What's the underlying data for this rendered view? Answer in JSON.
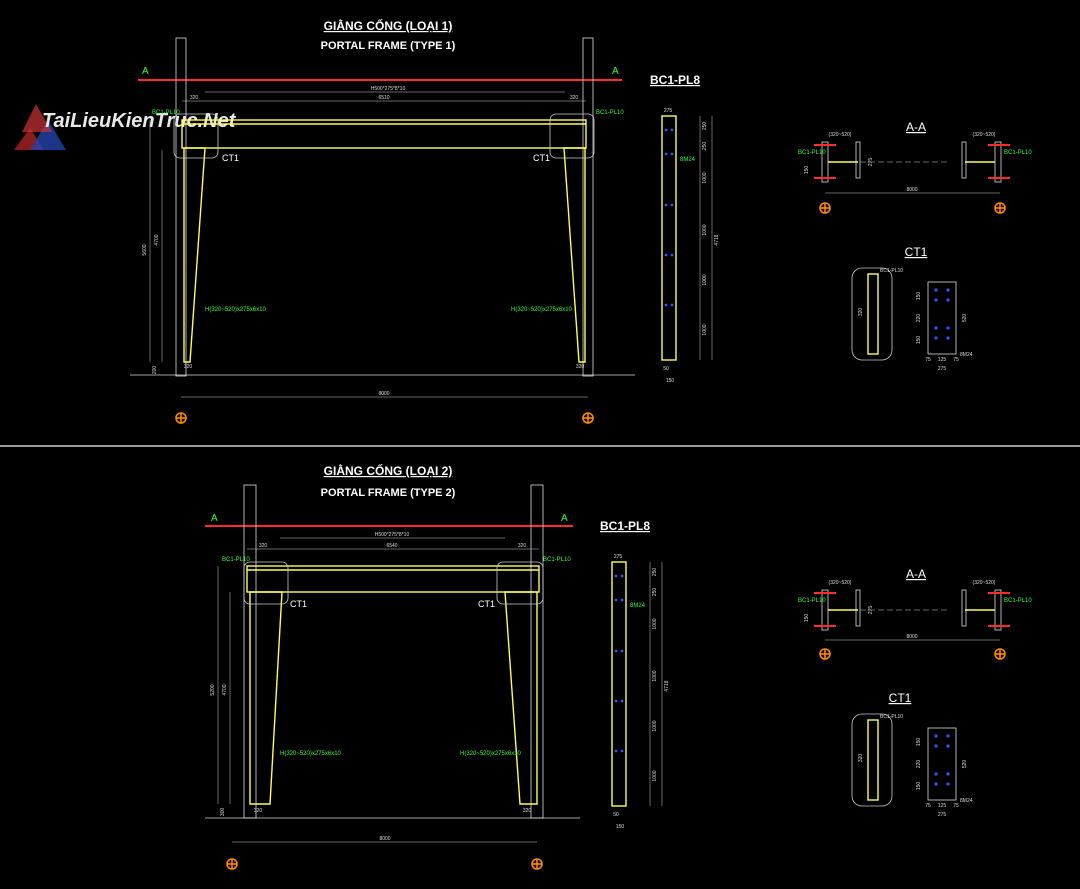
{
  "watermark": {
    "text": "TaiLieuKienTruc.Net"
  },
  "colors": {
    "background": "#000000",
    "member": "#ffff55",
    "section_line": "#ff2a2a",
    "label": "#33ff33",
    "bolt": "#3355ff",
    "grid_bubble": "#ff8800"
  },
  "separator": true,
  "frames": [
    {
      "title": "GIẰNG CỐNG (LOẠI 1)",
      "subtitle": "PORTAL FRAME (TYPE 1)",
      "section_mark_left": "A",
      "section_mark_right": "A",
      "beam_label_top": "H500*275*8*10",
      "beam_span": "6510",
      "left_top_dim": "320",
      "right_top_dim": "320",
      "plate_label_left": "BC1-PL10",
      "plate_label_right": "BC1-PL10",
      "ct_label_left": "CT1",
      "ct_label_right": "CT1",
      "column_label_left": "H(320~520)x275x6x10",
      "column_label_right": "H(320~520)x275x6x10",
      "height_total": "5600",
      "height_column": "4700",
      "base_height": "200",
      "base_left": "320",
      "base_right": "320",
      "bay_span": "8000",
      "detail": {
        "title": "BC1-PL8",
        "top_width": "275",
        "bolt_label": "8M24",
        "total": "4718",
        "dims": [
          "250",
          "250",
          "1000",
          "1000",
          "1000",
          "1000"
        ],
        "bottom_dims": [
          "50",
          "150"
        ]
      },
      "section_aa": {
        "title": "A-A",
        "top_left": "(320~520)",
        "top_right": "(320~520)",
        "plate_left": "BC1-PL10",
        "plate_right": "BC1-PL10",
        "web": "275",
        "flange": "150",
        "span": "8000"
      },
      "ct1": {
        "title": "CT1",
        "bolt_note": "8M24",
        "plate_note": "BC1-PL10",
        "dims_h": [
          "75",
          "125",
          "75"
        ],
        "dims_v": [
          "150",
          "220",
          "150"
        ],
        "width": "275",
        "height": "520",
        "side": "320"
      }
    },
    {
      "title": "GIẰNG CỐNG (LOẠI 2)",
      "subtitle": "PORTAL FRAME (TYPE 2)",
      "section_mark_left": "A",
      "section_mark_right": "A",
      "beam_label_top": "H500*275*8*10",
      "beam_span": "6540",
      "left_top_dim": "320",
      "right_top_dim": "320",
      "plate_label_left": "BC1-PL10",
      "plate_label_right": "BC1-PL10",
      "ct_label_left": "CT1",
      "ct_label_right": "CT1",
      "column_label_left": "H(320~520)x275x6x10",
      "column_label_right": "H(320~520)x275x6x10",
      "height_total": "5200",
      "height_column": "4700",
      "base_height": "300",
      "base_left": "320",
      "base_right": "320",
      "bay_span": "8000",
      "detail": {
        "title": "BC1-PL8",
        "top_width": "275",
        "bolt_label": "8M24",
        "total": "4718",
        "dims": [
          "250",
          "250",
          "1000",
          "1000",
          "1000",
          "1000"
        ],
        "bottom_dims": [
          "50",
          "150"
        ]
      },
      "section_aa": {
        "title": "A-A",
        "top_left": "(320~520)",
        "top_right": "(320~520)",
        "plate_left": "BC1-PL10",
        "plate_right": "BC1-PL10",
        "web": "275",
        "flange": "150",
        "span": "8000"
      },
      "ct1": {
        "title": "CT1",
        "bolt_note": "8M24",
        "plate_note": "BC1-PL10",
        "dims_h": [
          "75",
          "125",
          "75"
        ],
        "dims_v": [
          "150",
          "220",
          "150"
        ],
        "width": "275",
        "height": "520",
        "side": "320"
      }
    }
  ]
}
